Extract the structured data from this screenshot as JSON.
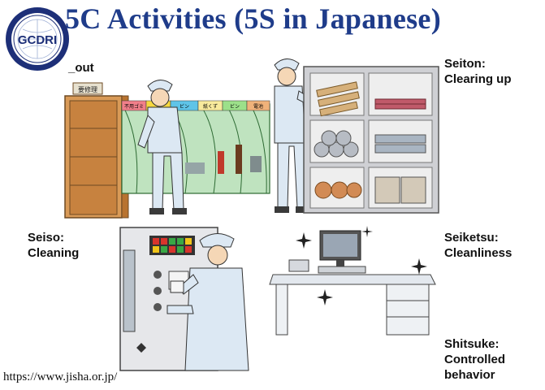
{
  "title": "5C Activities (5S in Japanese)",
  "logo_text": "GCDRI",
  "labels": {
    "seiri_partial": "_out",
    "seiton_name": "Seiton:",
    "seiton_desc": "Clearing up",
    "seiso_name": "Seiso:",
    "seiso_desc": "Cleaning",
    "seiketsu_name": "Seiketsu:",
    "seiketsu_desc": "Cleanliness",
    "shitsuke_name": "Shitsuke:",
    "shitsuke_desc_1": "Controlled",
    "shitsuke_desc_2": "behavior"
  },
  "cabinet_tag": "要修理",
  "bin_tags": [
    "不用ゴミ",
    "缶",
    "ビン",
    "紙くず",
    "ビン",
    "電池"
  ],
  "source_url": "https://www.jisha.or.jp/",
  "colors": {
    "title": "#1f3c8a",
    "logo_ring": "#1d2f78",
    "cabinet": "#d99a57",
    "shelf": "#cfd0d4",
    "worker_uniform": "#dce8f3",
    "panel_red": "#d8342c",
    "panel_green": "#39a845",
    "panel_yellow": "#f0c419"
  }
}
